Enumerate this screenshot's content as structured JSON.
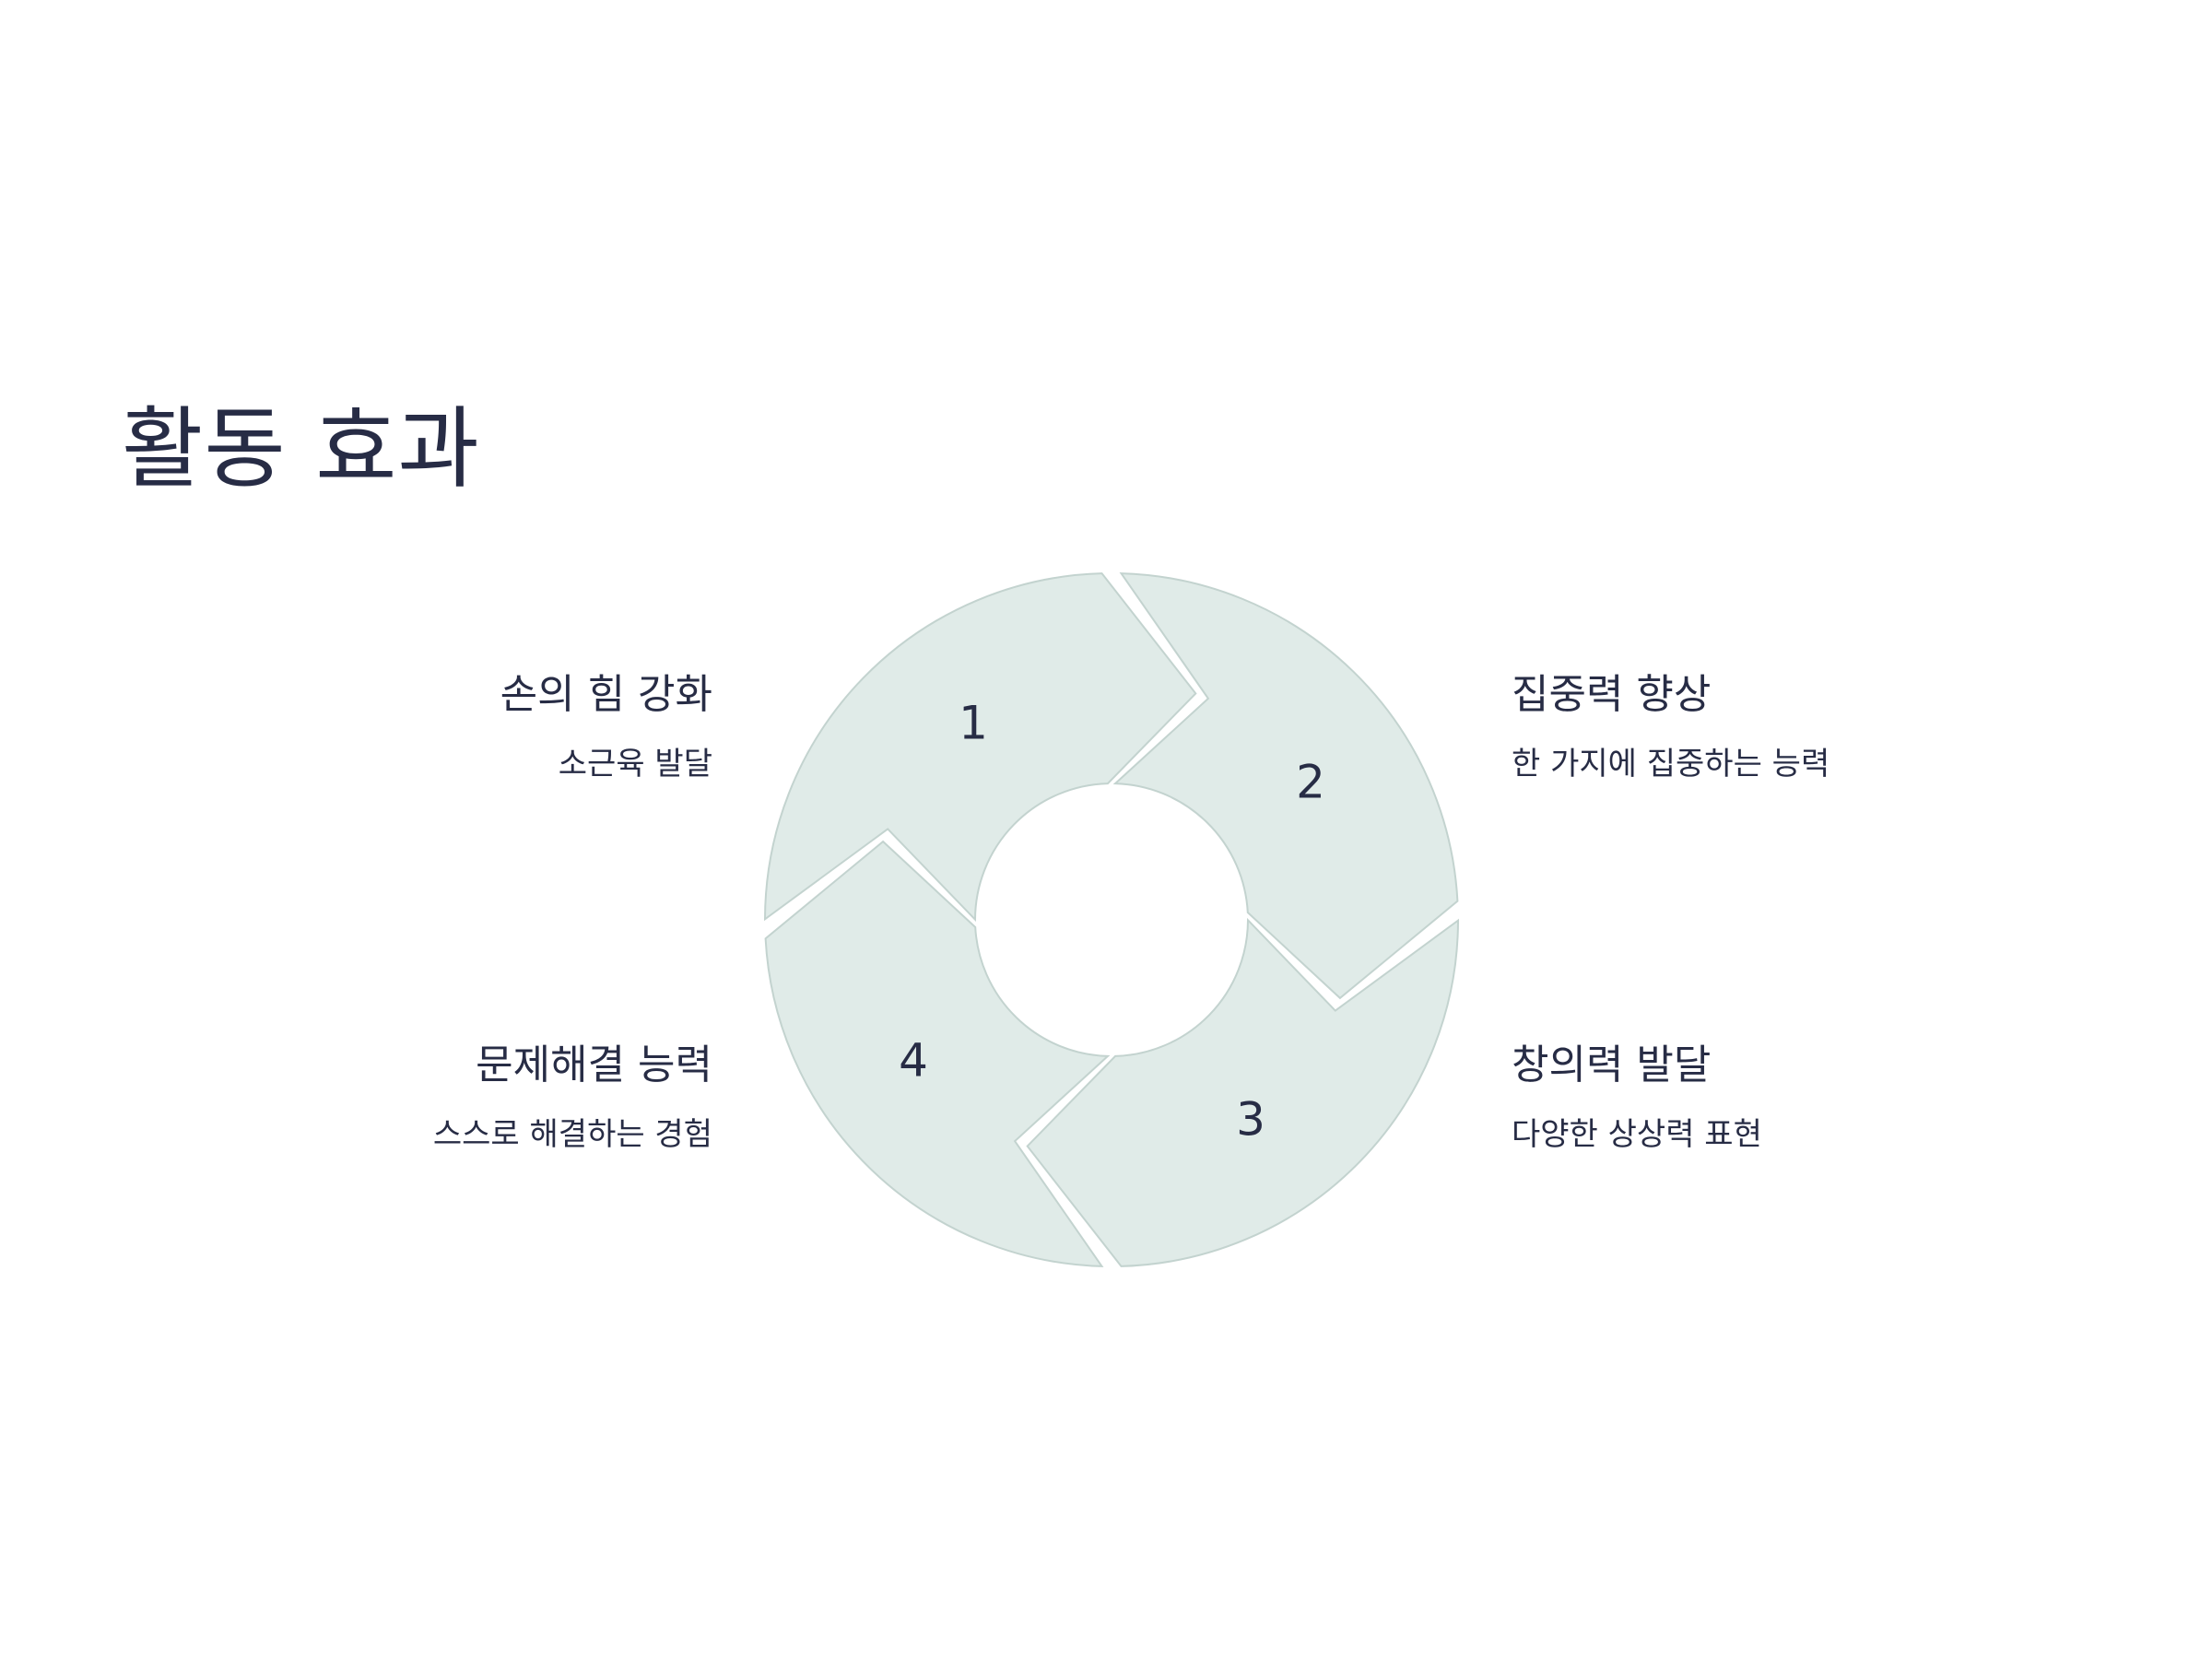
{
  "title": "활동 효과",
  "colors": {
    "segment_fill": "#e0ebe8",
    "segment_stroke": "#c3d3cf",
    "text": "#272c45"
  },
  "steps": [
    {
      "number": "1",
      "title": "손의 힘 강화",
      "description": "소근육 발달"
    },
    {
      "number": "2",
      "title": "집중력 향상",
      "description": "한 가지에 집중하는 능력"
    },
    {
      "number": "3",
      "title": "창의력 발달",
      "description": "다양한 상상력 표현"
    },
    {
      "number": "4",
      "title": "문제해결 능력",
      "description": "스스로 해결하는 경험"
    }
  ]
}
